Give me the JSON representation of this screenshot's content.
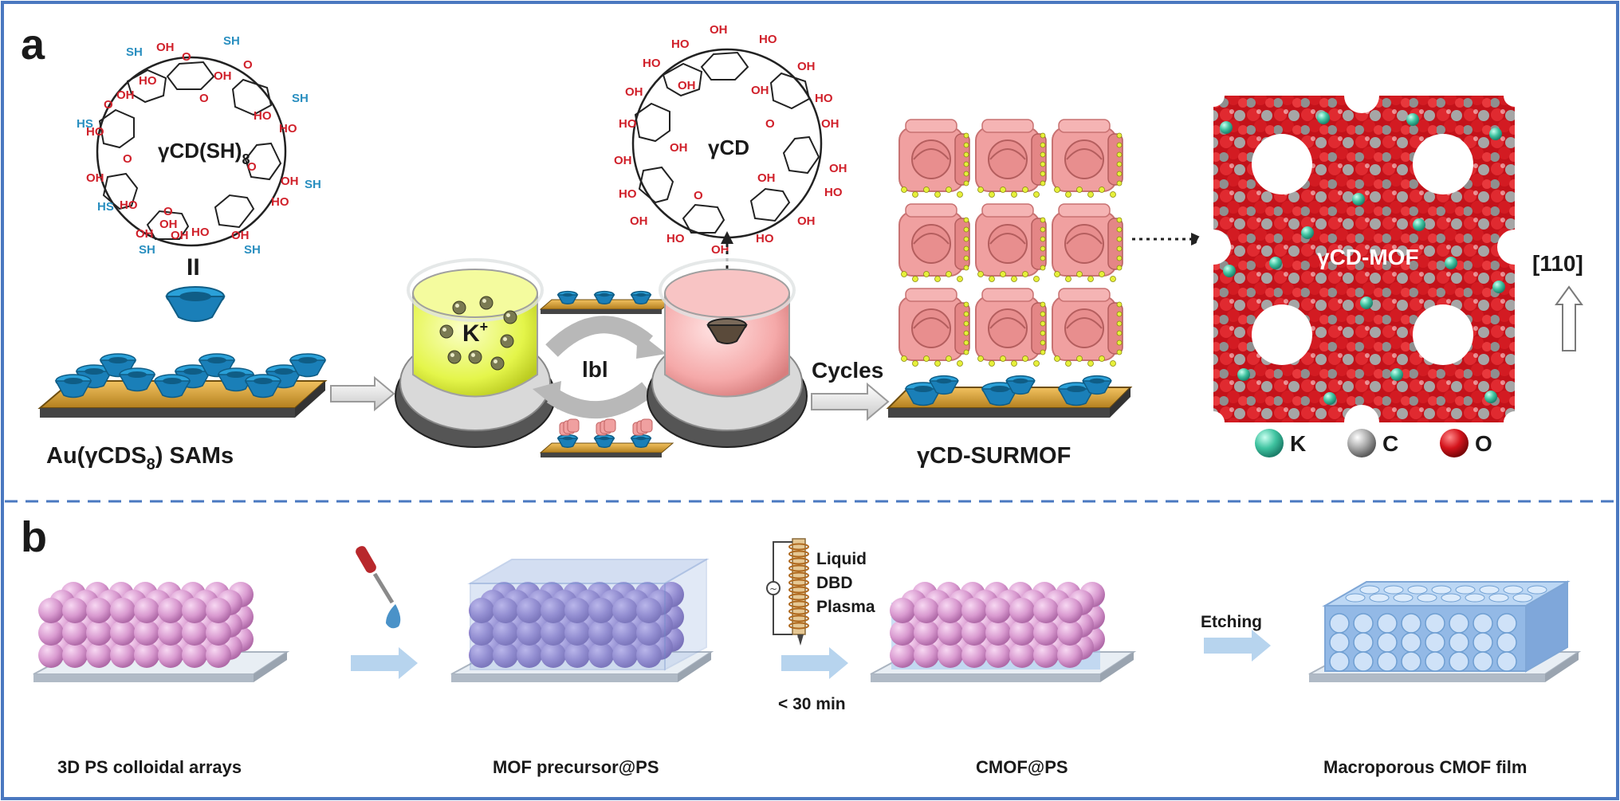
{
  "panel_a": {
    "letter": "a",
    "gcd_sh8_label": "γCD(SH)",
    "gcd_sh8_sub": "8",
    "equals_sign": "II",
    "gcd_label": "γCD",
    "sam_label_pre": "Au(γCDS",
    "sam_label_sub": "8",
    "sam_label_post": ") SAMs",
    "k_ion": "K",
    "k_charge": "+",
    "lbl_label": "lbl",
    "cycles_label": "Cycles",
    "surmof_label": "γCD-SURMOF",
    "mof_label": "γCD-MOF",
    "direction_label": "[110]",
    "legend": [
      {
        "symbol": "K",
        "color": "#3fc3a0"
      },
      {
        "symbol": "C",
        "color": "#9a9a9a"
      },
      {
        "symbol": "O",
        "color": "#d4141c"
      }
    ]
  },
  "panel_b": {
    "letter": "b",
    "plasma_lines": [
      "Liquid",
      "DBD",
      "Plasma"
    ],
    "time_label": "< 30 min",
    "etching_label": "Etching",
    "step_labels": [
      "3D PS colloidal arrays",
      "MOF precursor@PS",
      "CMOF@PS",
      "Macroporous CMOF film"
    ]
  },
  "colors": {
    "frame": "#4a78c0",
    "divider": "#4a78c0",
    "gold": "#d9a23a",
    "cd_blue": "#2aa0d8",
    "k_solution": "#e4f54a",
    "cd_solution": "#f5a9a9",
    "ps_sphere": "#d99ad0",
    "cmof_blue": "#9cc4ea",
    "arrow": "#b7d4ee"
  }
}
